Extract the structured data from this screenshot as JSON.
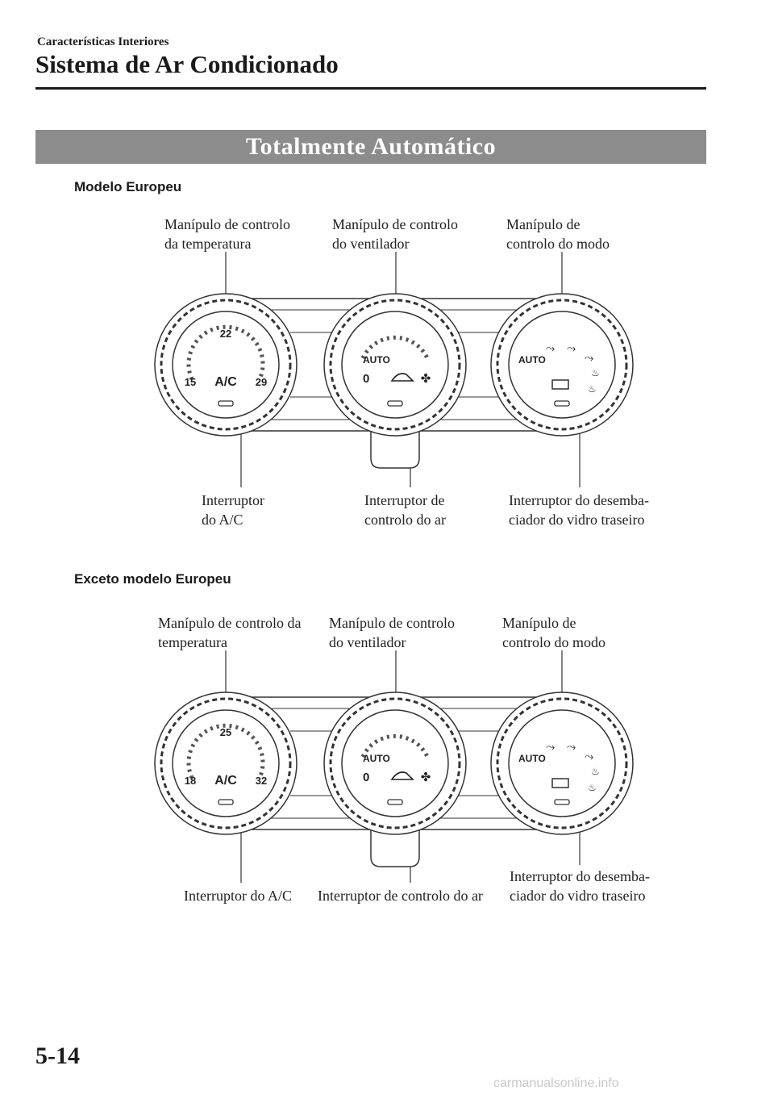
{
  "header": {
    "chapter": "Características Interiores",
    "title": "Sistema de Ar Condicionado"
  },
  "banner": "Totalmente Automático",
  "figures": [
    {
      "subtitle": "Modelo Europeu",
      "labels": {
        "temp_knob": "Manípulo de controlo\nda temperatura",
        "fan_knob": "Manípulo de controlo\ndo ventilador",
        "mode_knob": "Manípulo de\ncontrolo do modo",
        "ac_switch": "Interruptor\ndo A/C",
        "air_switch": "Interruptor de\ncontrolo do ar",
        "defrost_switch": "Interruptor do desemba-\nciador do vidro traseiro"
      },
      "temp": {
        "low": "15",
        "mid": "22",
        "high": "29"
      }
    },
    {
      "subtitle": "Exceto modelo Europeu",
      "labels": {
        "temp_knob": "Manípulo de controlo da\ntemperatura",
        "fan_knob": "Manípulo de controlo\ndo ventilador",
        "mode_knob": "Manípulo de\ncontrolo do modo",
        "ac_switch": "Interruptor do A/C",
        "air_switch": "Interruptor de controlo do ar",
        "defrost_switch": "Interruptor do desemba-\nciador do vidro traseiro"
      },
      "temp": {
        "low": "18",
        "mid": "25",
        "high": "32"
      }
    }
  ],
  "knob_text": {
    "ac": "A/C",
    "auto": "AUTO",
    "off": "0"
  },
  "page_number": "5-14",
  "watermark": "carmanualsonline.info"
}
